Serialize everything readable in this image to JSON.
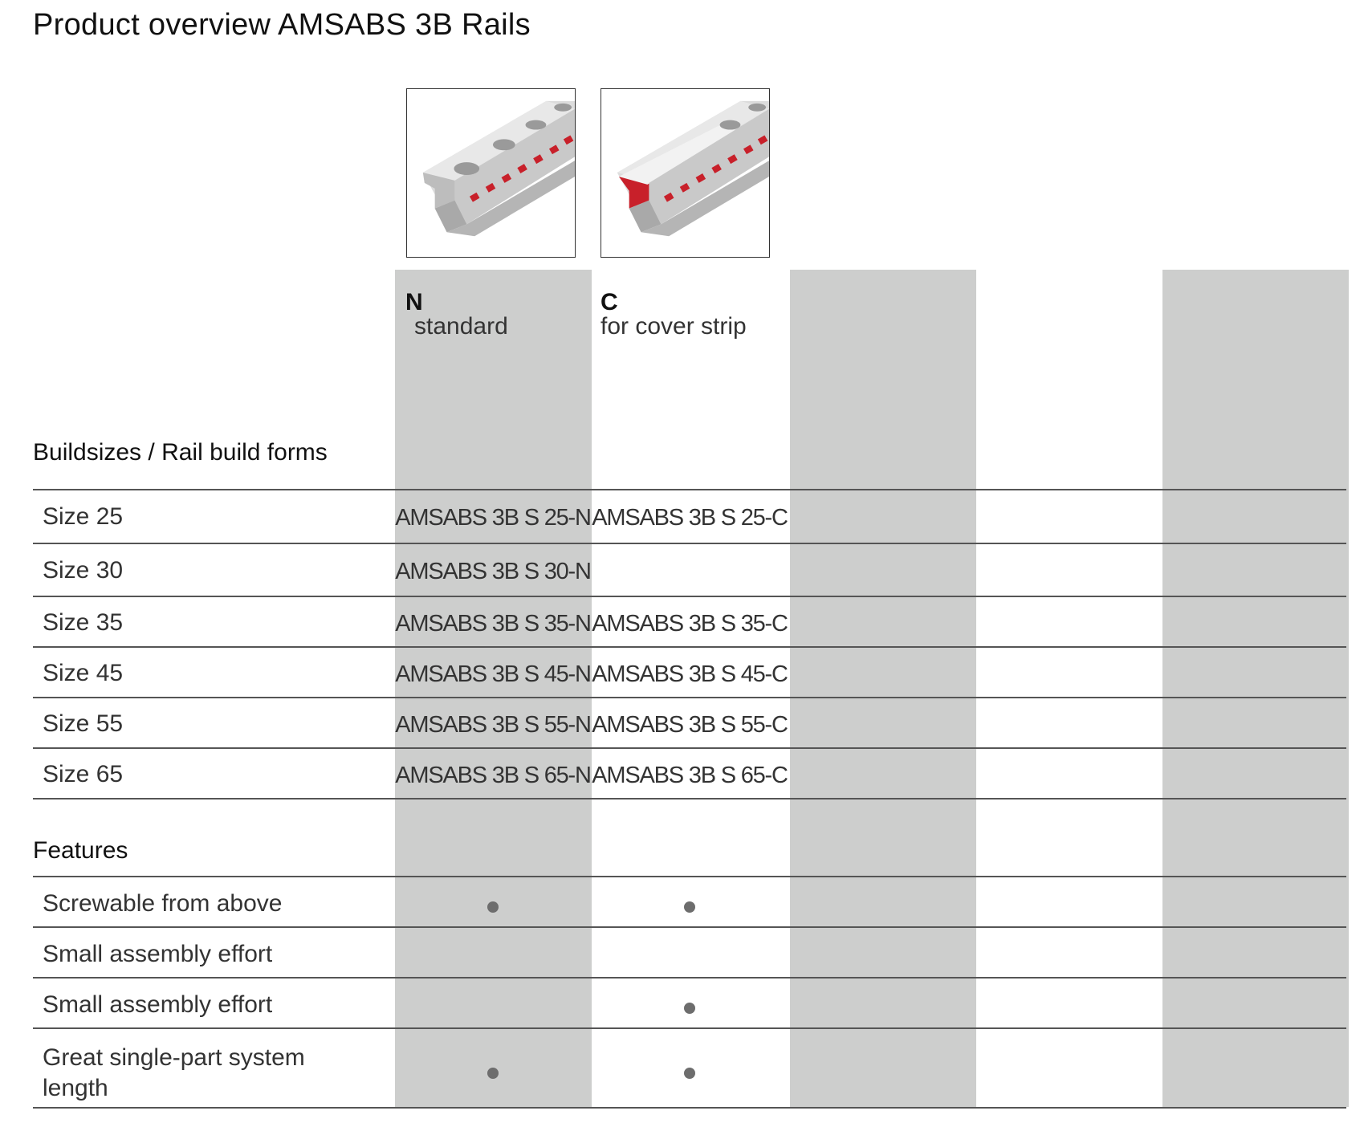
{
  "title": "Product overview AMSABS 3B Rails",
  "variants": [
    {
      "code": "N",
      "description": "standard"
    },
    {
      "code": "C",
      "description": "for cover strip"
    }
  ],
  "sections": {
    "buildsizes": "Buildsizes / Rail build forms",
    "features": "Features"
  },
  "sizes": [
    {
      "label": "Size 25",
      "n": "AMSABS 3B S 25-N",
      "c": "AMSABS 3B S 25-C"
    },
    {
      "label": "Size 30",
      "n": "AMSABS 3B S 30-N",
      "c": ""
    },
    {
      "label": "Size 35",
      "n": "AMSABS 3B S 35-N",
      "c": "AMSABS 3B S 35-C"
    },
    {
      "label": "Size 45",
      "n": "AMSABS 3B S 45-N",
      "c": "AMSABS 3B S 45-C"
    },
    {
      "label": "Size 55",
      "n": "AMSABS 3B S 55-N",
      "c": "AMSABS 3B S 55-C"
    },
    {
      "label": "Size 65",
      "n": "AMSABS 3B S 65-N",
      "c": "AMSABS 3B S 65-C"
    }
  ],
  "features": [
    {
      "label": "Screwable from above",
      "n": true,
      "c": true
    },
    {
      "label": "Small assembly effort",
      "n": false,
      "c": false
    },
    {
      "label": "Small assembly effort",
      "n": false,
      "c": true
    },
    {
      "label": "Great single-part system length",
      "n": true,
      "c": true
    }
  ],
  "colors": {
    "column_shade": "#cdcecd",
    "rail_red": "#c8202a",
    "dot": "#6d6d6d"
  }
}
